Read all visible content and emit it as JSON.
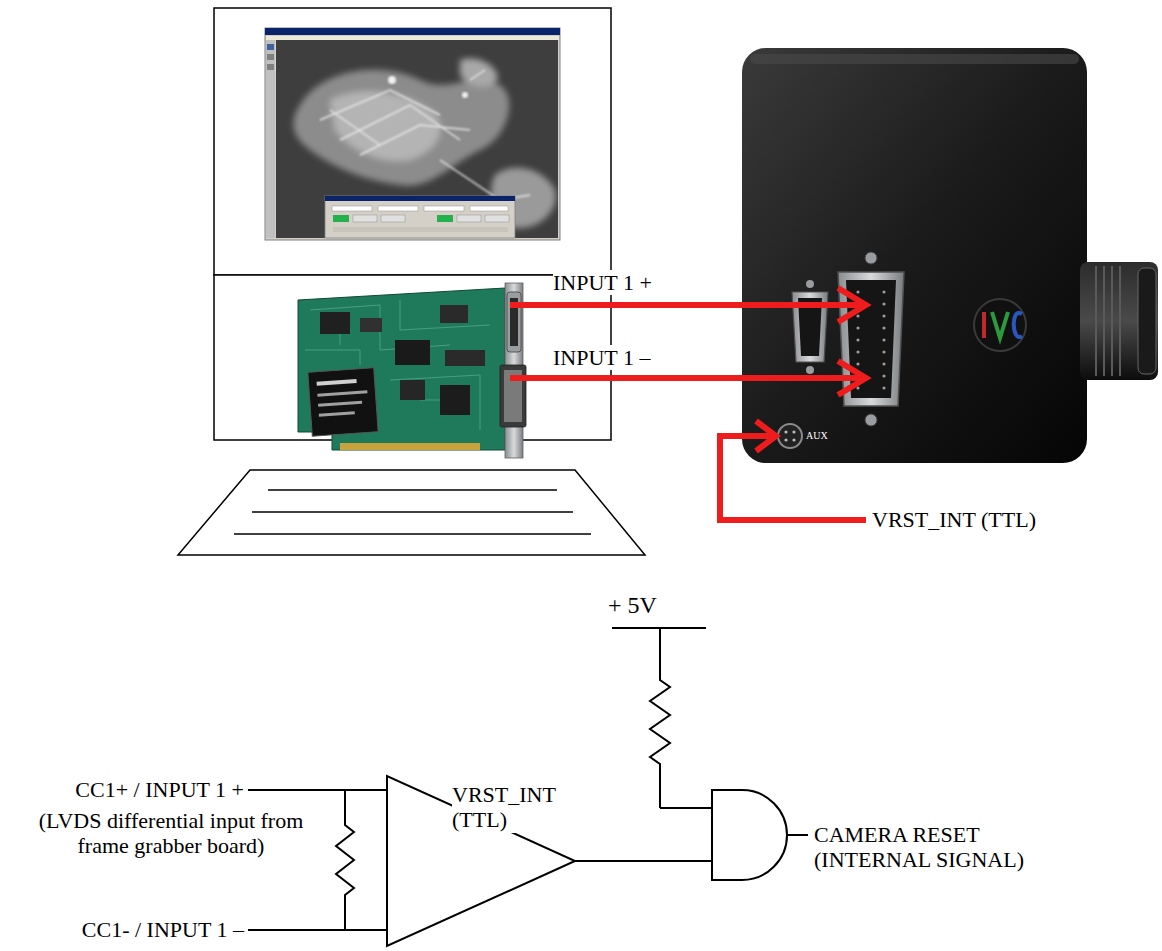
{
  "diagram": {
    "labels": [
      "INPUT 1 +",
      "INPUT 1 –",
      "AUX",
      "VRST_INT (TTL)",
      "+ 5V",
      "VRST_INT (TTL)",
      "CC1+ / INPUT 1 +",
      "(LVDS differential input from frame grabber board)",
      "CC1- / INPUT 1 –",
      "CAMERA RESET (INTERNAL SIGNAL)"
    ]
  }
}
